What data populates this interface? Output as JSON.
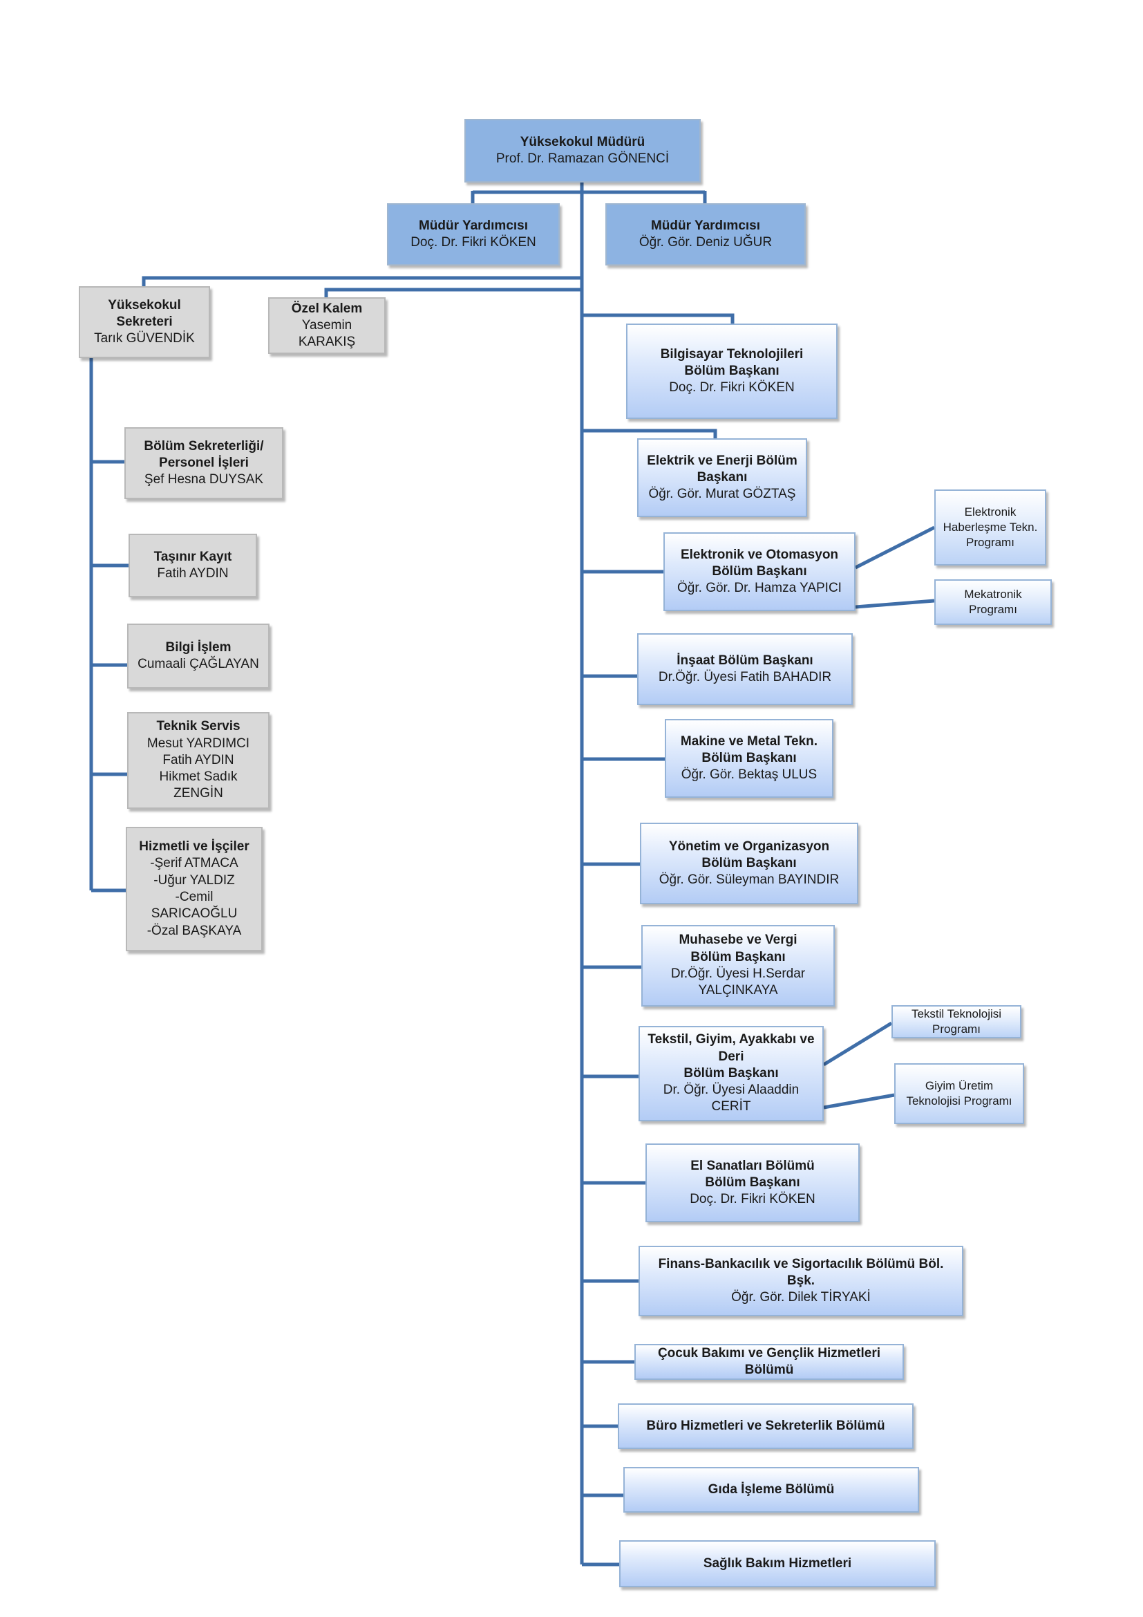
{
  "director": {
    "title": "Yüksekokul Müdürü",
    "name": "Prof. Dr. Ramazan GÖNENCİ"
  },
  "deputies": [
    {
      "title": "Müdür Yardımcısı",
      "name": "Doç. Dr. Fikri KÖKEN"
    },
    {
      "title": "Müdür Yardımcısı",
      "name": "Öğr. Gör. Deniz UĞUR"
    }
  ],
  "secretary": {
    "title_line1": "Yüksekokul",
    "title_line2": "Sekreteri",
    "name": "Tarık GÜVENDİK"
  },
  "private_office": {
    "title": "Özel Kalem",
    "name": "Yasemin KARAKIŞ"
  },
  "admin_units": [
    {
      "title_line1": "Bölüm Sekreterliği/",
      "title_line2": "Personel İşleri",
      "name": "Şef Hesna DUYSAK"
    },
    {
      "title": "Taşınır Kayıt",
      "name": "Fatih AYDIN"
    },
    {
      "title": "Bilgi İşlem",
      "name": "Cumaali ÇAĞLAYAN"
    },
    {
      "title": "Teknik Servis",
      "names": [
        "Mesut YARDIMCI",
        "Fatih AYDIN",
        "Hikmet Sadık ZENGİN"
      ]
    },
    {
      "title": "Hizmetli ve İşçiler",
      "names": [
        "-Şerif ATMACA",
        "-Uğur YALDIZ",
        "-Cemil SARICAOĞLU",
        "-Özal BAŞKAYA"
      ]
    }
  ],
  "departments": [
    {
      "lines": [
        "Bilgisayar Teknolojileri",
        "Bölüm Başkanı"
      ],
      "name": "Doç. Dr. Fikri KÖKEN"
    },
    {
      "lines": [
        "Elektrik ve Enerji Bölüm",
        "Başkanı"
      ],
      "name": "Öğr. Gör. Murat GÖZTAŞ"
    },
    {
      "lines": [
        "Elektronik ve Otomasyon",
        "Bölüm Başkanı"
      ],
      "name": "Öğr. Gör. Dr. Hamza YAPICI"
    },
    {
      "lines": [
        "İnşaat Bölüm Başkanı"
      ],
      "name": "Dr.Öğr. Üyesi  Fatih BAHADIR"
    },
    {
      "lines": [
        "Makine ve Metal Tekn.",
        "Bölüm Başkanı"
      ],
      "name": "Öğr. Gör. Bektaş ULUS"
    },
    {
      "lines": [
        "Yönetim ve Organizasyon",
        "Bölüm Başkanı"
      ],
      "name": "Öğr. Gör. Süleyman BAYINDIR"
    },
    {
      "lines": [
        "Muhasebe ve Vergi",
        "Bölüm Başkanı"
      ],
      "name_lines": [
        "Dr.Öğr. Üyesi H.Serdar",
        "YALÇINKAYA"
      ]
    },
    {
      "lines": [
        "Tekstil, Giyim, Ayakkabı ve",
        "Deri",
        "Bölüm Başkanı"
      ],
      "name_lines": [
        "Dr. Öğr. Üyesi Alaaddin",
        "CERİT"
      ]
    },
    {
      "lines": [
        "El Sanatları Bölümü",
        "Bölüm Başkanı"
      ],
      "name": "Doç. Dr. Fikri KÖKEN"
    },
    {
      "lines": [
        "Finans-Bankacılık ve Sigortacılık Bölümü Böl. Bşk."
      ],
      "name": "Öğr. Gör. Dilek TİRYAKİ"
    },
    {
      "lines": [
        "Çocuk Bakımı ve Gençlik Hizmetleri",
        "Bölümü"
      ]
    },
    {
      "lines": [
        "Büro Hizmetleri ve Sekreterlik Bölümü"
      ]
    },
    {
      "lines": [
        "Gıda İşleme Bölümü"
      ]
    },
    {
      "lines": [
        "Sağlık Bakım Hizmetleri"
      ]
    }
  ],
  "programs": {
    "electronics": [
      {
        "lines": [
          "Elektronik",
          "Haberleşme Tekn.",
          "Programı"
        ]
      },
      {
        "lines": [
          "Mekatronik",
          "Programı"
        ]
      }
    ],
    "textile": [
      {
        "lines": [
          "Tekstil Teknolojisi",
          "Programı"
        ]
      },
      {
        "lines": [
          "Giyim Üretim",
          "Teknolojisi Programı"
        ]
      }
    ]
  },
  "colors": {
    "connector": "#3f6ea8",
    "header_fill": "#8db3e2",
    "admin_fill": "#d9d9d9",
    "department_border": "#95b3d7"
  }
}
